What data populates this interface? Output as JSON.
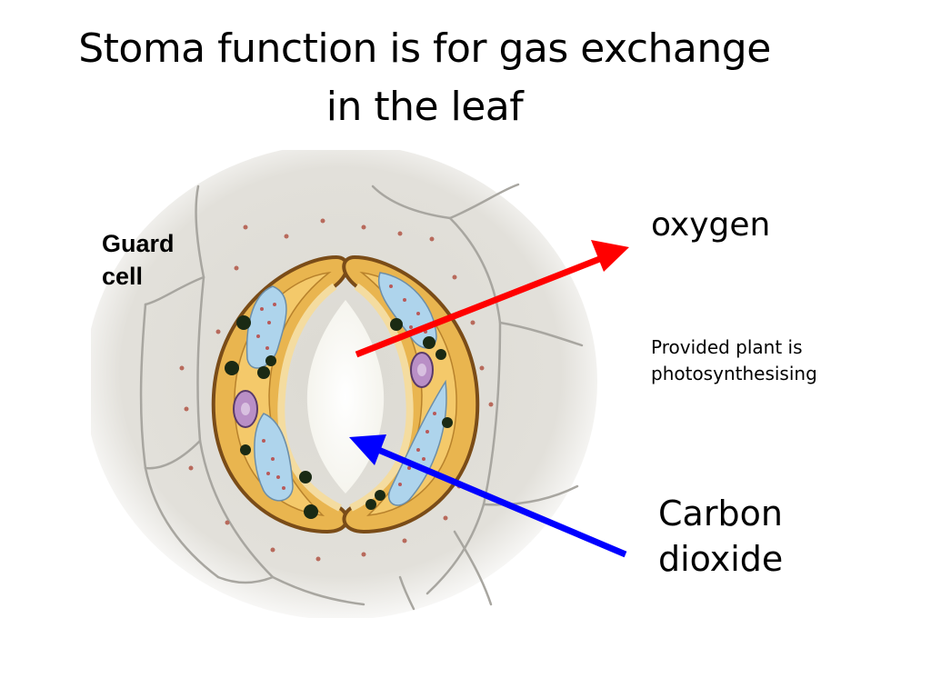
{
  "slide": {
    "title_line1": "Stoma function is for gas exchange",
    "title_line2": "in the leaf"
  },
  "labels": {
    "guard_cell": "Guard\ncell",
    "oxygen": "oxygen",
    "provided": "Provided plant is photosynthesising",
    "carbon_dioxide": "Carbon\ndioxide"
  },
  "colors": {
    "oxygen_arrow": "#ff0000",
    "carbon_dioxide_arrow": "#0000ff",
    "guard_cell_wall": "#e8b04a",
    "chloroplast": "#aed4ec",
    "background_cells": "#dedcd6"
  },
  "diagram": {
    "subject": "stoma with two guard cells",
    "icons": [
      "guard-cell-left",
      "guard-cell-right",
      "stomatal-pore",
      "nucleus",
      "chloroplast",
      "starch-grain"
    ]
  }
}
